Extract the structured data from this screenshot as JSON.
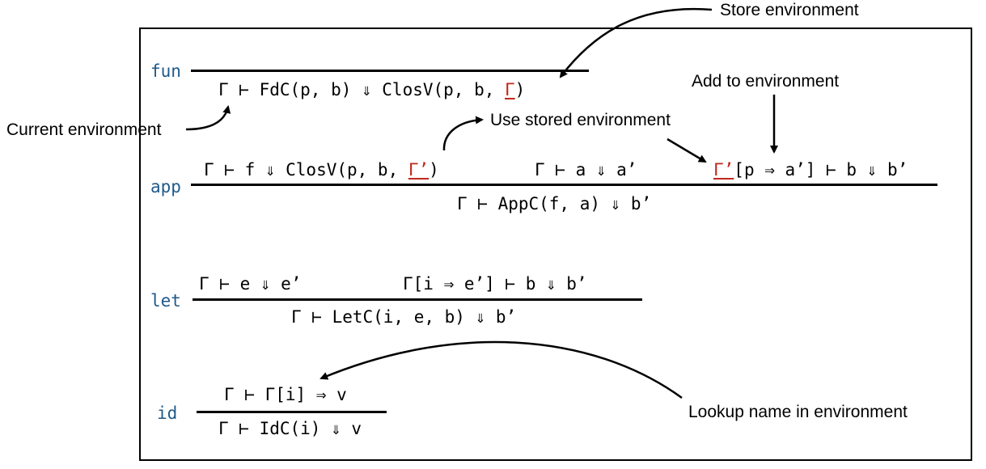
{
  "rules": {
    "fun": {
      "name": "fun",
      "conclusion": {
        "pre": "Γ ⊢ FdC(p, b) ⇓ ClosV(p, b, ",
        "env": "Γ",
        "post": ")"
      }
    },
    "app": {
      "name": "app",
      "premise1": {
        "pre": "Γ ⊢ f ⇓ ClosV(p, b, ",
        "env": "Γ’",
        "post": ")"
      },
      "premise2": "Γ ⊢ a ⇓ a’",
      "premise3": {
        "env": "Γ’",
        "post": "[p ⇒ a’] ⊢ b ⇓ b’"
      },
      "conclusion": "Γ ⊢ AppC(f, a) ⇓ b’"
    },
    "let": {
      "name": "let",
      "premise1": "Γ ⊢ e ⇓ e’",
      "premise2": "Γ[i ⇒ e’] ⊢ b ⇓ b’",
      "conclusion": "Γ ⊢ LetC(i, e, b) ⇓ b’"
    },
    "id": {
      "name": "id",
      "premise": "Γ ⊢ Γ[i] ⇒ v",
      "conclusion": "Γ ⊢ IdC(i) ⇓ v"
    }
  },
  "annotations": {
    "store": "Store environment",
    "current": "Current environment",
    "add": "Add to environment",
    "use": "Use stored environment",
    "lookup": "Lookup name in environment"
  },
  "colors": {
    "keyword": "#1f5a8a",
    "highlight": "#c0281c"
  }
}
